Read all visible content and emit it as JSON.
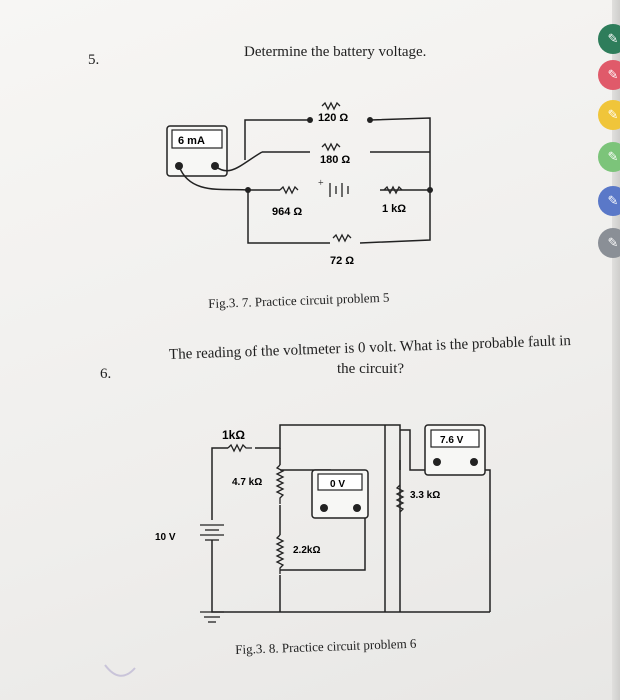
{
  "problem5": {
    "number": "5.",
    "question": "Determine the battery voltage.",
    "ammeter_reading": "6 mA",
    "r1": "120 Ω",
    "r2": "180 Ω",
    "r3": "964 Ω",
    "r4": "1 kΩ",
    "r5": "72 Ω",
    "battery_plus": "+",
    "caption": "Fig.3. 7. Practice circuit problem 5"
  },
  "problem6": {
    "number": "6.",
    "question_line1": "The reading of the voltmeter is 0 volt. What is the probable fault in",
    "question_line2": "the circuit?",
    "r_top": "1kΩ",
    "r_mid": "4.7 kΩ",
    "voltmeter1": "0 V",
    "r_bottom": "2.2kΩ",
    "voltmeter2": "7.6 V",
    "r_right": "3.3 kΩ",
    "source": "10 V",
    "caption": "Fig.3. 8. Practice circuit problem 6"
  },
  "tabs": [
    {
      "icon": "pen-icon",
      "color": "#2e7d5b"
    },
    {
      "icon": "pen-icon",
      "color": "#e05a6a"
    },
    {
      "icon": "pen-icon",
      "color": "#f0c53a"
    },
    {
      "icon": "pen-icon",
      "color": "#7cc47a"
    },
    {
      "icon": "pen-icon",
      "color": "#5a78c8"
    },
    {
      "icon": "pen-icon",
      "color": "#8a8f96"
    }
  ]
}
